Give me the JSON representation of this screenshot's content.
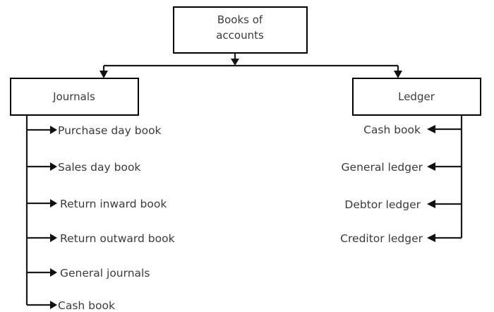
{
  "diagram": {
    "type": "tree",
    "root": {
      "label_line1": "Books of",
      "label_line2": "accounts"
    },
    "branches": [
      {
        "id": "journals",
        "label": "Journals",
        "side": "left",
        "items": [
          {
            "label": "Purchase day book"
          },
          {
            "label": "Sales day book"
          },
          {
            "label": "Return inward book"
          },
          {
            "label": "Return outward book"
          },
          {
            "label": "General journals"
          },
          {
            "label": "Cash book"
          }
        ]
      },
      {
        "id": "ledger",
        "label": "Ledger",
        "side": "right",
        "items": [
          {
            "label": "Cash book"
          },
          {
            "label": "General ledger"
          },
          {
            "label": "Debtor ledger"
          },
          {
            "label": "Creditor ledger"
          }
        ]
      }
    ],
    "colors": {
      "background": "#ffffff",
      "line": "#1a1a1a",
      "box_border": "#000000",
      "text": "#3b3b3b"
    }
  }
}
